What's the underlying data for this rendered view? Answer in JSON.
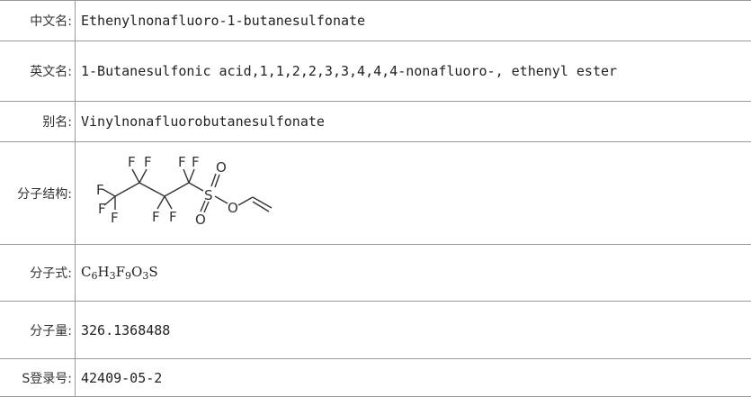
{
  "rows": [
    {
      "label": "中文名:",
      "value": "Ethenylnonafluoro-1-butanesulfonate"
    },
    {
      "label": "英文名:",
      "value": "1-Butanesulfonic acid,1,1,2,2,3,3,4,4,4-nonafluoro-, ethenyl ester"
    },
    {
      "label": "别名:",
      "value": "Vinylnonafluorobutanesulfonate"
    },
    {
      "label": "分子结构:"
    },
    {
      "label": "分子式:",
      "formula": [
        {
          "el": "C",
          "n": "6"
        },
        {
          "el": "H",
          "n": "3"
        },
        {
          "el": "F",
          "n": "9"
        },
        {
          "el": "O",
          "n": "3"
        },
        {
          "el": "S",
          "n": ""
        }
      ]
    },
    {
      "label": "分子量:",
      "value": "326.1368488"
    },
    {
      "label": "S登录号:",
      "value": "42409-05-2"
    }
  ],
  "structure_atoms": {
    "f": "F",
    "s": "S",
    "o": "O"
  }
}
